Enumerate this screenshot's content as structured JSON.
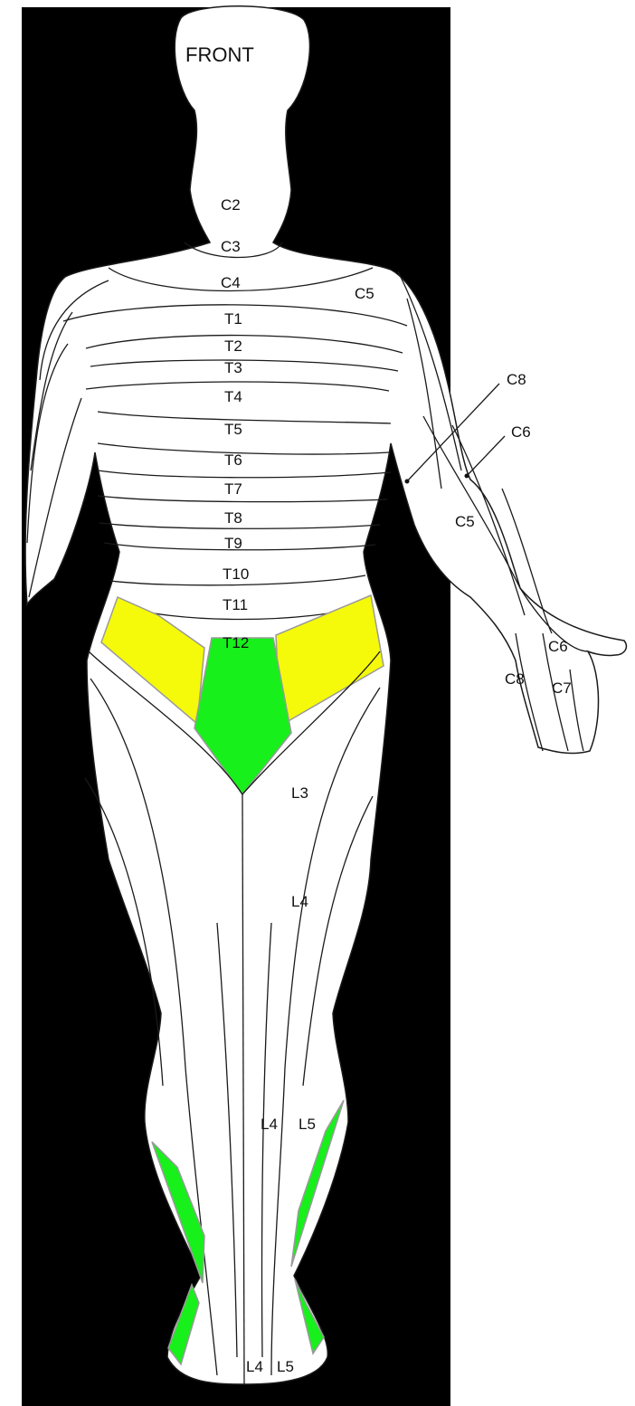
{
  "title": "FRONT",
  "labels": {
    "c2": "C2",
    "c3": "C3",
    "c4": "C4",
    "c5_shoulder": "C5",
    "t1": "T1",
    "t2": "T2",
    "t3": "T3",
    "t4": "T4",
    "t5": "T5",
    "t6": "T6",
    "t7": "T7",
    "t8": "T8",
    "t9": "T9",
    "t10": "T10",
    "t11": "T11",
    "t12": "T12",
    "c8_pointer": "C8",
    "c6_pointer": "C6",
    "c5_forearm": "C5",
    "c6_hand": "C6",
    "c8_hand": "C8",
    "c7_hand": "C7",
    "l3": "L3",
    "l4_thigh": "L4",
    "l4_shin": "L4",
    "l5_shin": "L5",
    "l4_foot": "L4",
    "l5_foot": "L5"
  },
  "colors": {
    "background": "#000000",
    "body": "#ffffff",
    "outline": "#1a1a1a",
    "highlight_yellow": "#f5fa0a",
    "highlight_green": "#17f01b"
  }
}
